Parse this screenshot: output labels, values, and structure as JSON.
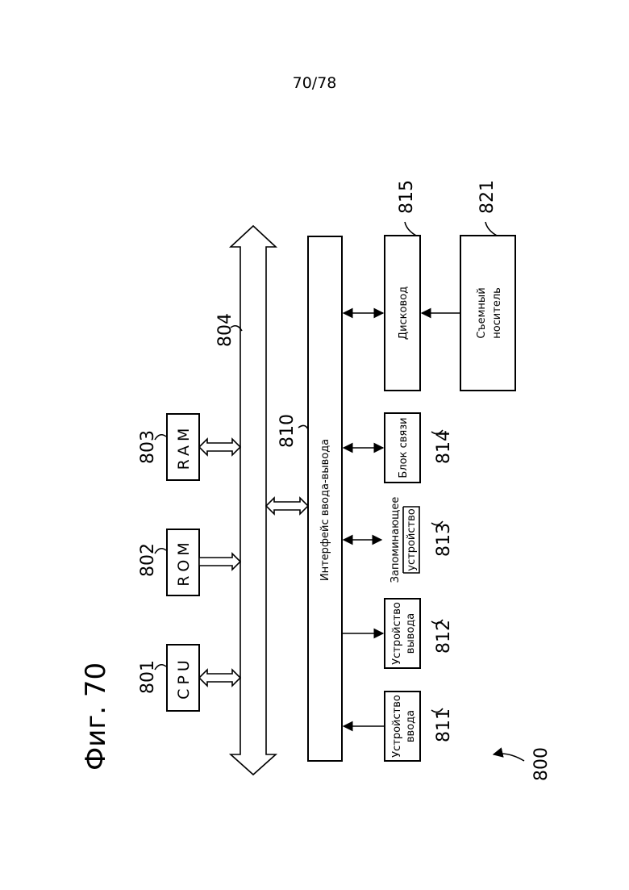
{
  "page_number": "70/78",
  "figure_label": "Фиг. 70",
  "blocks": {
    "cpu": {
      "ref": "801",
      "label": "CPU"
    },
    "rom": {
      "ref": "802",
      "label": "ROM"
    },
    "ram": {
      "ref": "803",
      "label": "RAM"
    },
    "bus": {
      "ref": "804"
    },
    "io_interface": {
      "ref": "810",
      "label": "Интерфейс ввода-вывода"
    },
    "input_device": {
      "ref": "811",
      "line1": "Устройство",
      "line2": "ввода"
    },
    "output_device": {
      "ref": "812",
      "line1": "Устройство",
      "line2": "вывода"
    },
    "storage_device": {
      "ref": "813",
      "line1": "Запоминающее",
      "line2": "устройство"
    },
    "comm_unit": {
      "ref": "814",
      "label": "Блок связи"
    },
    "disk_drive": {
      "ref": "815",
      "label": "Дисковод"
    },
    "removable_media": {
      "ref": "821",
      "line1": "Съемный",
      "line2": "носитель"
    },
    "system": {
      "ref": "800"
    }
  }
}
